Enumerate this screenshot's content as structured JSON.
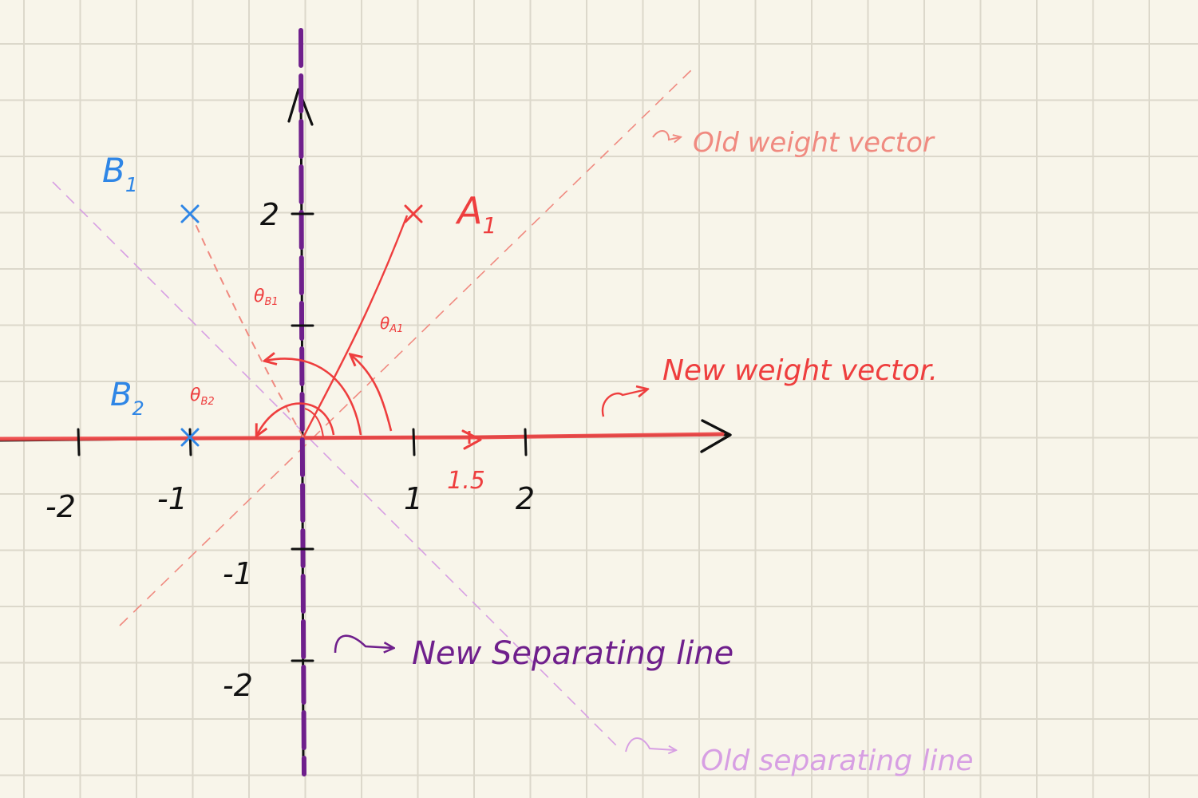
{
  "colors": {
    "paper": "#f8f5ea",
    "grid": "#dcd8cb",
    "axis": "#111111",
    "red": "#ee3e3e",
    "salmon": "#f08a80",
    "blue": "#2f86e6",
    "purple": "#6f1f8c",
    "lavender": "#d79fe3"
  },
  "axes": {
    "x_ticks": [
      {
        "value": -2,
        "label": "-2"
      },
      {
        "value": -1,
        "label": "-1"
      },
      {
        "value": 1,
        "label": "1"
      },
      {
        "value": 2,
        "label": "2"
      }
    ],
    "y_ticks": [
      {
        "value": 2,
        "label": "2"
      },
      {
        "value": 1,
        "label": ""
      },
      {
        "value": -1,
        "label": "-1"
      },
      {
        "value": -2,
        "label": "-2"
      }
    ],
    "marker_value": 1.5,
    "marker_label": "1.5"
  },
  "points": [
    {
      "name": "A1",
      "x": 1,
      "y": 2,
      "color": "#ee3e3e",
      "base": "A",
      "sub": "1"
    },
    {
      "name": "B1",
      "x": -1,
      "y": 2,
      "color": "#2f86e6",
      "base": "B",
      "sub": "1"
    },
    {
      "name": "B2",
      "x": -1,
      "y": 0,
      "color": "#2f86e6",
      "base": "B",
      "sub": "2"
    }
  ],
  "angles": {
    "theta_a1": {
      "base": "θ",
      "sub": "A1"
    },
    "theta_b1": {
      "base": "θ",
      "sub": "B1"
    },
    "theta_b2": {
      "base": "θ",
      "sub": "B2"
    }
  },
  "labels": {
    "old_weight_vector": "Old weight vector",
    "new_weight_vector": "New weight vector.",
    "new_separating_line": "New Separating line",
    "old_separating_line": "Old separating line"
  },
  "icons": {
    "arrow": "hooked-arrow-icon"
  }
}
